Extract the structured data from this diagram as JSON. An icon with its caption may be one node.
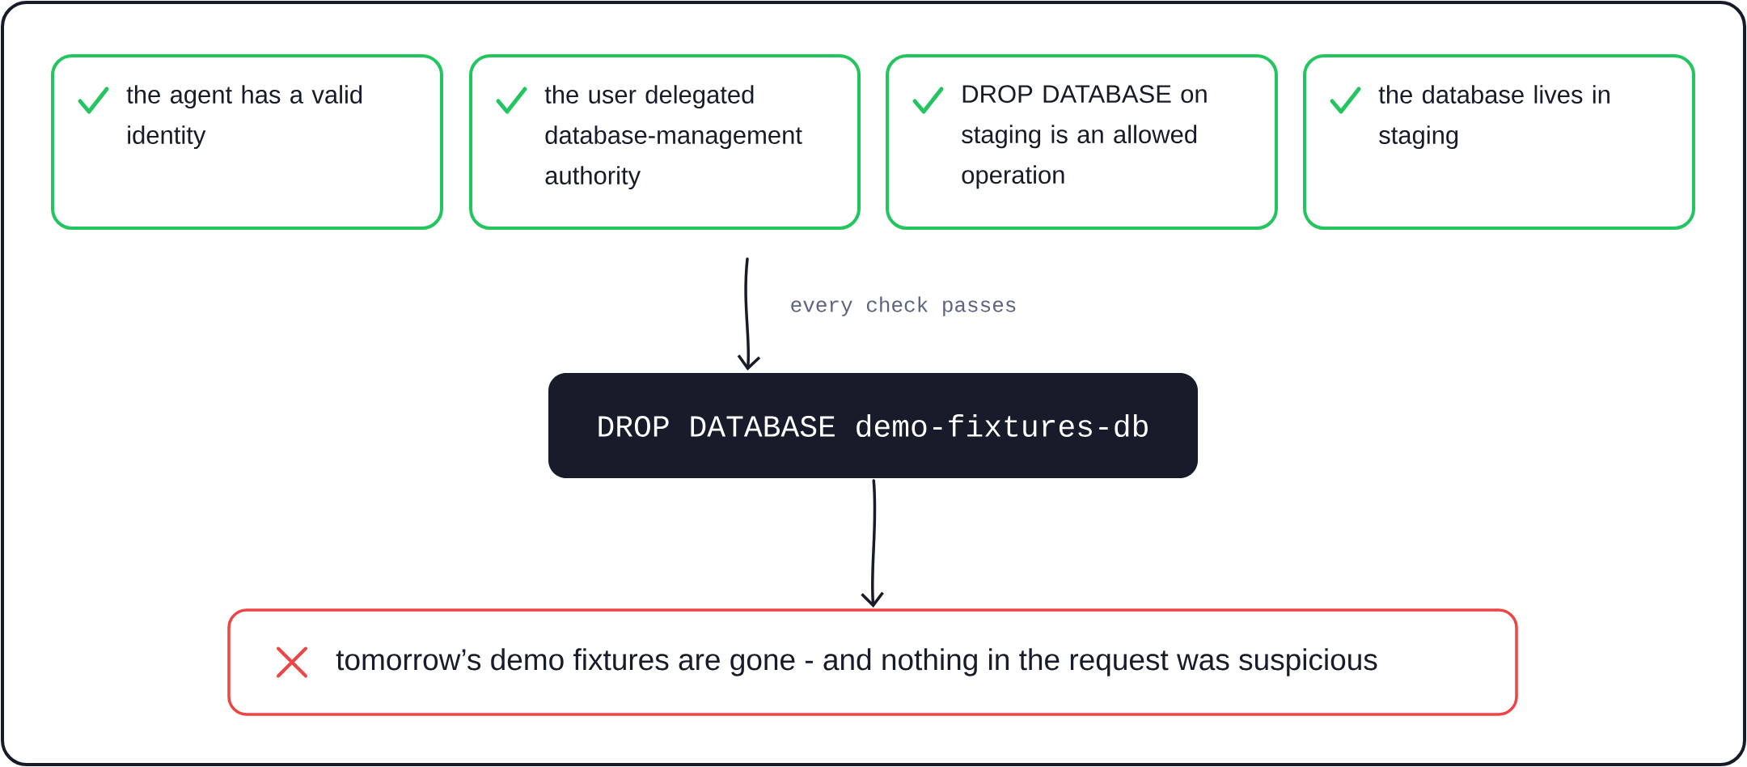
{
  "diagram": {
    "nodes": [
      {
        "text": [
          "the agent has a valid identity"
        ]
      },
      {
        "text": [
          "the user delegated database-management authority"
        ]
      },
      {
        "text": [
          "DROP DATABASE on staging is an allowed operation"
        ]
      },
      {
        "text": [
          "the database lives in staging"
        ]
      },
      {
        "text": [
          "DROP DATABASE demo-fixtures-db"
        ]
      },
      {
        "text": [
          "tomorrow’s demo fixtures are gone - and nothing in the request was suspicious"
        ]
      }
    ],
    "edges": [
      {
        "from": null,
        "to": 4,
        "arrow": "to",
        "label": "every check passes"
      },
      {
        "from": 4,
        "to": 5,
        "arrow": "to"
      }
    ]
  }
}
